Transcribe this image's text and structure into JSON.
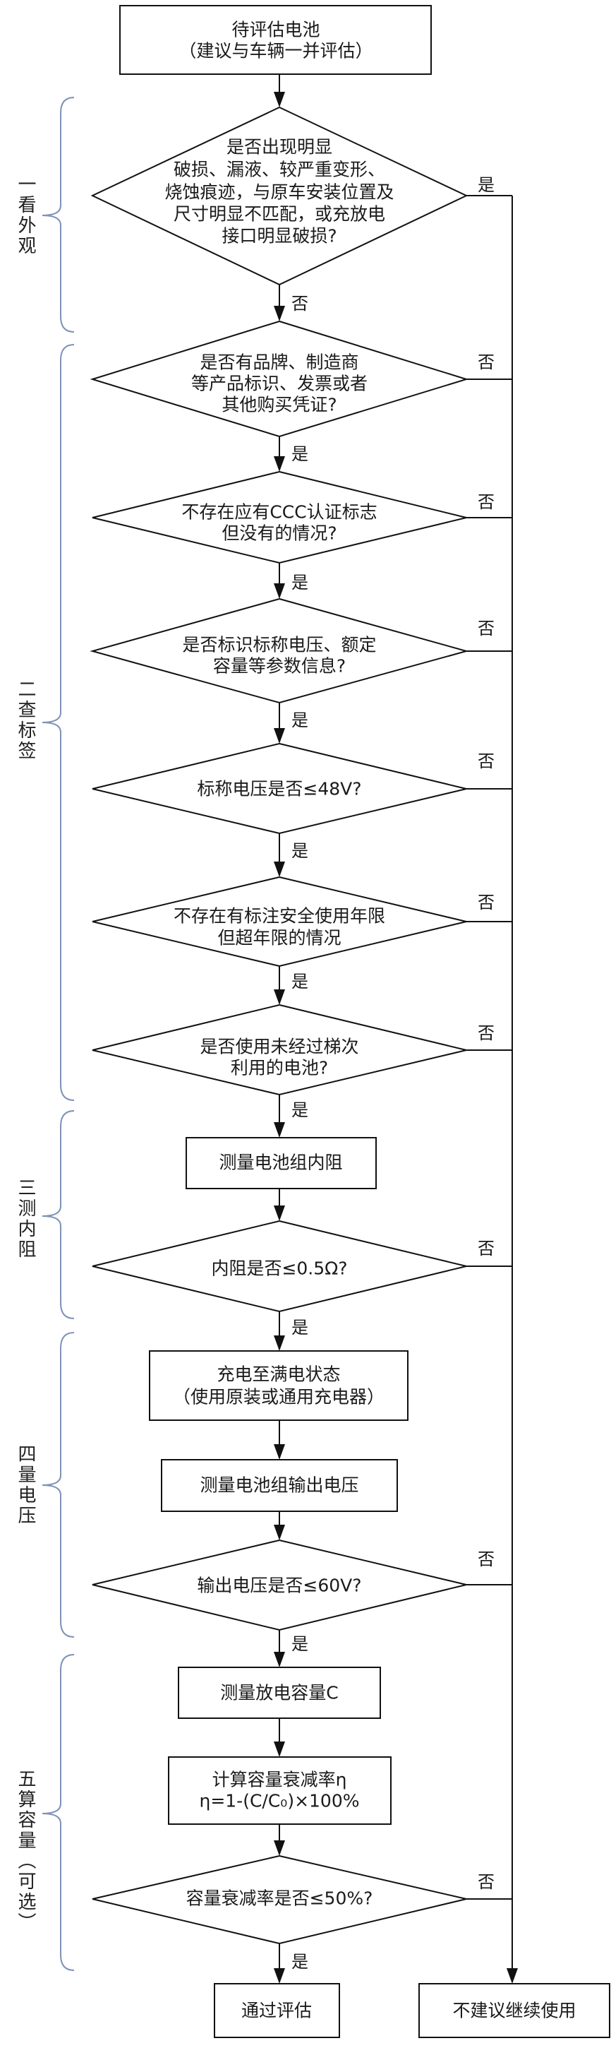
{
  "colors": {
    "line": "#111111",
    "brace": "#7f93b8",
    "background": "#ffffff"
  },
  "start": {
    "line1": "待评估电池",
    "line2": "（建议与车辆一并评估）"
  },
  "stages": [
    {
      "label": "一看外观"
    },
    {
      "label": "二查标签"
    },
    {
      "label": "三测内阻"
    },
    {
      "label": "四量电压"
    },
    {
      "label": "五算容量（可选）"
    }
  ],
  "decisions": [
    {
      "lines": [
        "是否出现明显",
        "破损、漏液、较严重变形、",
        "烧蚀痕迹，与原车安装位置及",
        "尺寸明显不匹配，或充放电",
        "接口明显破损?"
      ],
      "side_label": "是",
      "down_label": "否"
    },
    {
      "lines": [
        "是否有品牌、制造商",
        "等产品标识、发票或者",
        "其他购买凭证?"
      ],
      "side_label": "否",
      "down_label": "是"
    },
    {
      "lines": [
        "不存在应有CCC认证标志",
        "但没有的情况?"
      ],
      "side_label": "否",
      "down_label": "是"
    },
    {
      "lines": [
        "是否标识标称电压、额定",
        "容量等参数信息?"
      ],
      "side_label": "否",
      "down_label": "是"
    },
    {
      "lines": [
        "标称电压是否≤48V?"
      ],
      "side_label": "否",
      "down_label": "是"
    },
    {
      "lines": [
        "不存在有标注安全使用年限",
        "但超年限的情况"
      ],
      "side_label": "否",
      "down_label": "是"
    },
    {
      "lines": [
        "是否使用未经过梯次",
        "利用的电池?"
      ],
      "side_label": "否",
      "down_label": "是"
    },
    {
      "lines": [
        "内阻是否≤0.5Ω?"
      ],
      "side_label": "否",
      "down_label": "是"
    },
    {
      "lines": [
        "输出电压是否≤60V?"
      ],
      "side_label": "否",
      "down_label": "是"
    },
    {
      "lines": [
        "容量衰减率是否≤50%?"
      ],
      "side_label": "否",
      "down_label": "是"
    }
  ],
  "processes": [
    {
      "lines": [
        "测量电池组内阻"
      ]
    },
    {
      "lines": [
        "充电至满电状态",
        "（使用原装或通用充电器）"
      ]
    },
    {
      "lines": [
        "测量电池组输出电压"
      ]
    },
    {
      "lines": [
        "测量放电容量C"
      ]
    },
    {
      "lines": [
        "计算容量衰减率η",
        "η=1-(C/C₀)×100%"
      ]
    }
  ],
  "outcomes": {
    "pass": "通过评估",
    "fail": "不建议继续使用"
  }
}
